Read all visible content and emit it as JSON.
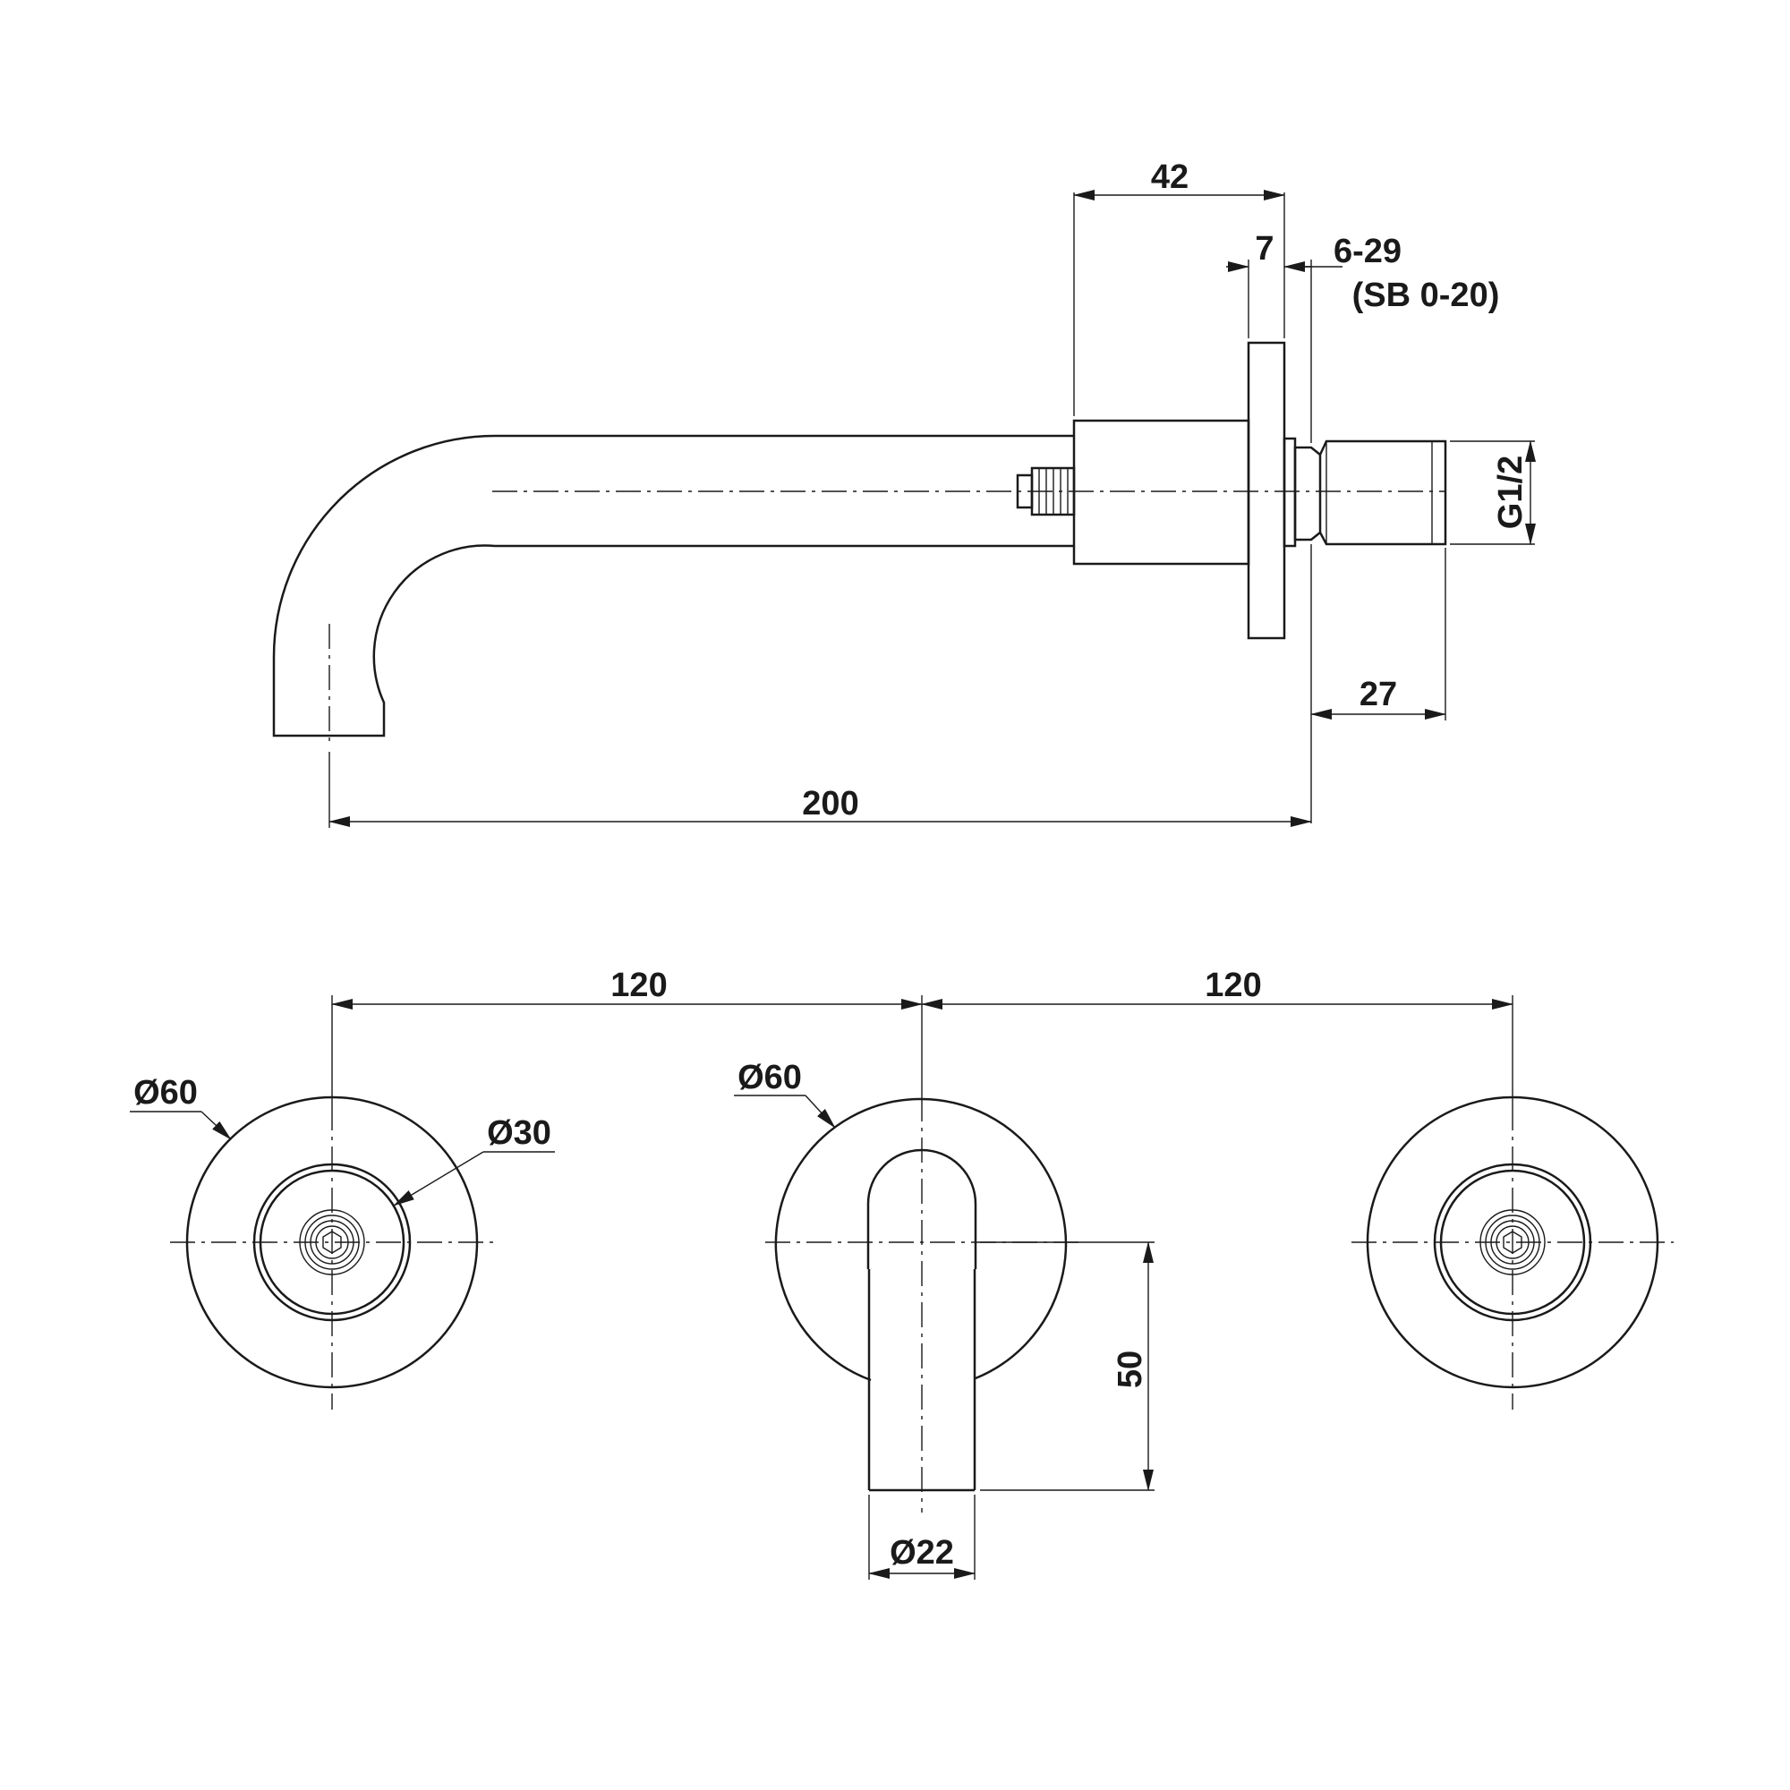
{
  "side_view": {
    "dim_overall": "200",
    "dim_body": "42",
    "dim_flange": "7",
    "dim_adjust": "6-29",
    "dim_adjust_sb": "(SB 0-20)",
    "dim_thread_len": "27",
    "dim_thread": "G1/2"
  },
  "front_view": {
    "dim_spacing_left": "120",
    "dim_spacing_right": "120",
    "dim_left_rosette": "Ø60",
    "dim_left_knob": "Ø30",
    "dim_center_rosette": "Ø60",
    "dim_spout_drop": "50",
    "dim_spout_diameter": "Ø22"
  },
  "icons": {
    "left_valve": "valve-spindle-icon",
    "right_valve": "valve-spindle-icon"
  }
}
